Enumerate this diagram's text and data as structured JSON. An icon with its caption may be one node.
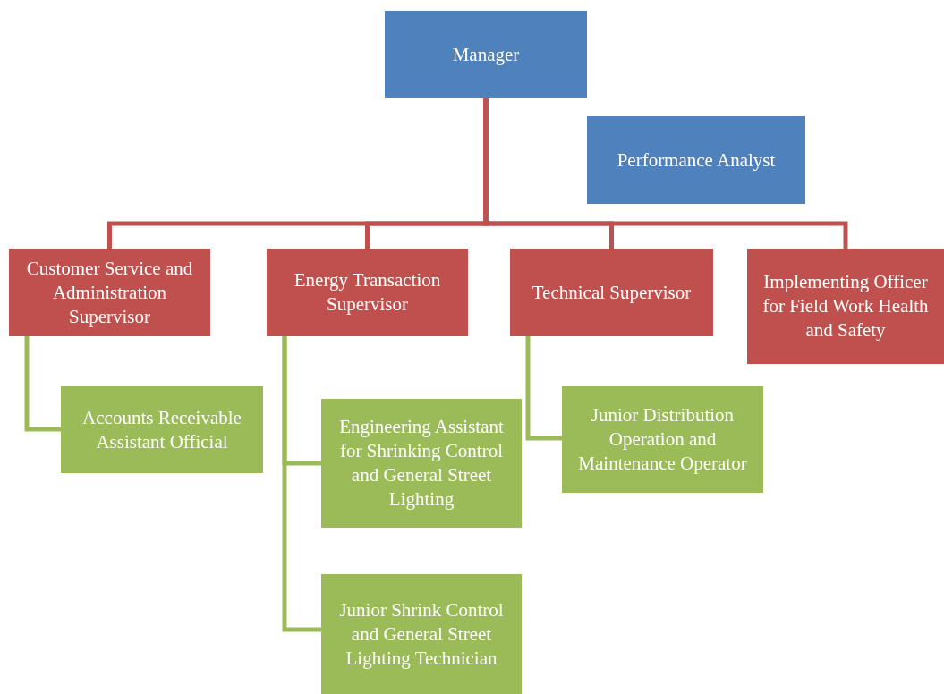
{
  "diagram": {
    "nodes": [
      {
        "text": [
          "Manager"
        ]
      },
      {
        "text": [
          "Performance Analyst"
        ]
      },
      {
        "text": [
          "Customer Service and Administration Supervisor"
        ]
      },
      {
        "text": [
          "Energy Transaction Supervisor"
        ]
      },
      {
        "text": [
          "Technical Supervisor"
        ]
      },
      {
        "text": [
          "Implementing Officer for Field Work Health and Safety"
        ]
      },
      {
        "text": [
          "Accounts Receivable Assistant Official"
        ]
      },
      {
        "text": [
          "Engineering Assistant for Shrinking Control and General Street Lighting"
        ]
      },
      {
        "text": [
          "Junior Shrink Control and General Street Lighting Technician"
        ]
      },
      {
        "text": [
          "Junior Distribution Operation and Maintenance Operator"
        ]
      }
    ],
    "edges": [
      {
        "from": 0,
        "to": 2,
        "arrow": "none"
      },
      {
        "from": 0,
        "to": 3,
        "arrow": "none"
      },
      {
        "from": 0,
        "to": 4,
        "arrow": "none"
      },
      {
        "from": 0,
        "to": 5,
        "arrow": "none"
      },
      {
        "from": 2,
        "to": 6,
        "arrow": "none",
        "color": "#9bbb59"
      },
      {
        "from": 3,
        "to": 7,
        "arrow": "none",
        "color": "#9bbb59"
      },
      {
        "from": 3,
        "to": 8,
        "arrow": "none",
        "color": "#9bbb59"
      },
      {
        "from": 4,
        "to": 9,
        "arrow": "none",
        "color": "#9bbb59"
      }
    ]
  }
}
